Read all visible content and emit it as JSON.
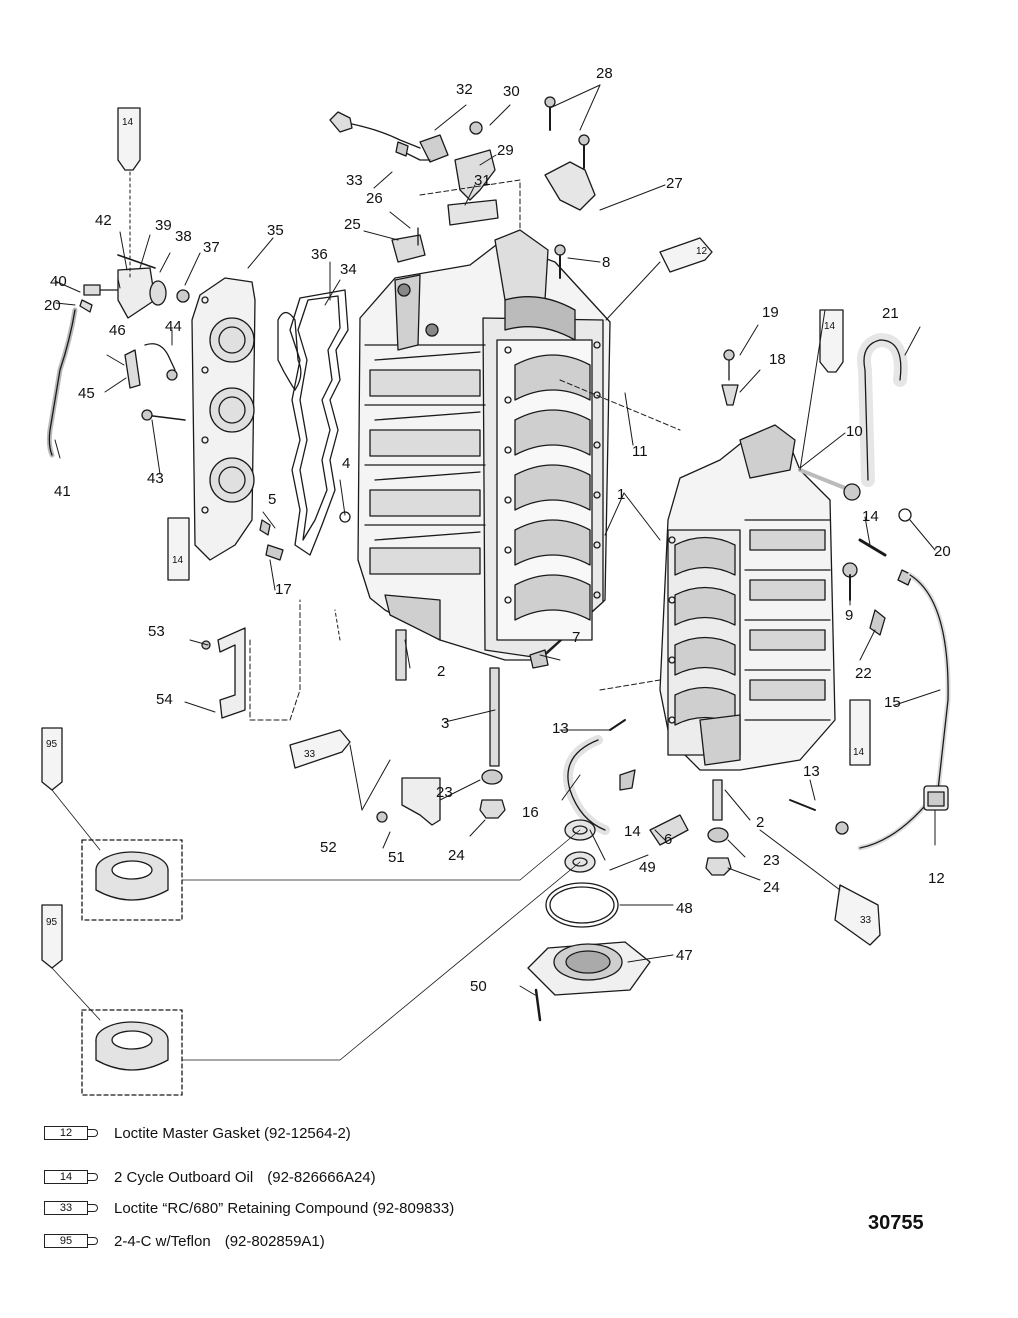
{
  "diagram_number": "30755",
  "callouts": [
    {
      "id": "c1",
      "text": "1"
    },
    {
      "id": "c2a",
      "text": "2"
    },
    {
      "id": "c2b",
      "text": "2"
    },
    {
      "id": "c3",
      "text": "3"
    },
    {
      "id": "c4",
      "text": "4"
    },
    {
      "id": "c5",
      "text": "5"
    },
    {
      "id": "c6",
      "text": "6"
    },
    {
      "id": "c7",
      "text": "7"
    },
    {
      "id": "c8",
      "text": "8"
    },
    {
      "id": "c9",
      "text": "9"
    },
    {
      "id": "c10",
      "text": "10"
    },
    {
      "id": "c11",
      "text": "11"
    },
    {
      "id": "c12a",
      "text": "12"
    },
    {
      "id": "c13a",
      "text": "13"
    },
    {
      "id": "c13b",
      "text": "13"
    },
    {
      "id": "c14a",
      "text": "14"
    },
    {
      "id": "c14b",
      "text": "14"
    },
    {
      "id": "c15",
      "text": "15"
    },
    {
      "id": "c16",
      "text": "16"
    },
    {
      "id": "c17",
      "text": "17"
    },
    {
      "id": "c18",
      "text": "18"
    },
    {
      "id": "c19",
      "text": "19"
    },
    {
      "id": "c20a",
      "text": "20"
    },
    {
      "id": "c20b",
      "text": "20"
    },
    {
      "id": "c21",
      "text": "21"
    },
    {
      "id": "c22",
      "text": "22"
    },
    {
      "id": "c23a",
      "text": "23"
    },
    {
      "id": "c23b",
      "text": "23"
    },
    {
      "id": "c24a",
      "text": "24"
    },
    {
      "id": "c24b",
      "text": "24"
    },
    {
      "id": "c25",
      "text": "25"
    },
    {
      "id": "c26",
      "text": "26"
    },
    {
      "id": "c27",
      "text": "27"
    },
    {
      "id": "c28",
      "text": "28"
    },
    {
      "id": "c29",
      "text": "29"
    },
    {
      "id": "c30",
      "text": "30"
    },
    {
      "id": "c31",
      "text": "31"
    },
    {
      "id": "c32",
      "text": "32"
    },
    {
      "id": "c33",
      "text": "33"
    },
    {
      "id": "c34",
      "text": "34"
    },
    {
      "id": "c35",
      "text": "35"
    },
    {
      "id": "c36",
      "text": "36"
    },
    {
      "id": "c37",
      "text": "37"
    },
    {
      "id": "c38",
      "text": "38"
    },
    {
      "id": "c39",
      "text": "39"
    },
    {
      "id": "c40",
      "text": "40"
    },
    {
      "id": "c41",
      "text": "41"
    },
    {
      "id": "c42",
      "text": "42"
    },
    {
      "id": "c43",
      "text": "43"
    },
    {
      "id": "c44",
      "text": "44"
    },
    {
      "id": "c45",
      "text": "45"
    },
    {
      "id": "c46",
      "text": "46"
    },
    {
      "id": "c47",
      "text": "47"
    },
    {
      "id": "c48",
      "text": "48"
    },
    {
      "id": "c49",
      "text": "49"
    },
    {
      "id": "c50",
      "text": "50"
    },
    {
      "id": "c51",
      "text": "51"
    },
    {
      "id": "c52",
      "text": "52"
    },
    {
      "id": "c53",
      "text": "53"
    },
    {
      "id": "c54",
      "text": "54"
    }
  ],
  "tube_codes": {
    "t1": "14",
    "t2": "12",
    "t3": "14",
    "t4": "14",
    "t5": "33",
    "t6": "14",
    "t7": "33",
    "t8": "95",
    "t9": "95",
    "box12": "12"
  },
  "legend": [
    {
      "code": "12",
      "text": "Loctite Master Gasket (92-12564-2)",
      "part": ""
    },
    {
      "code": "14",
      "text": "2 Cycle Outboard Oil",
      "part": "(92-826666A24)"
    },
    {
      "code": "33",
      "text": "Loctite “RC/680” Retaining Compound (92-809833)",
      "part": ""
    },
    {
      "code": "95",
      "text": "2-4-C w/Teflon",
      "part": "(92-802859A1)"
    }
  ]
}
